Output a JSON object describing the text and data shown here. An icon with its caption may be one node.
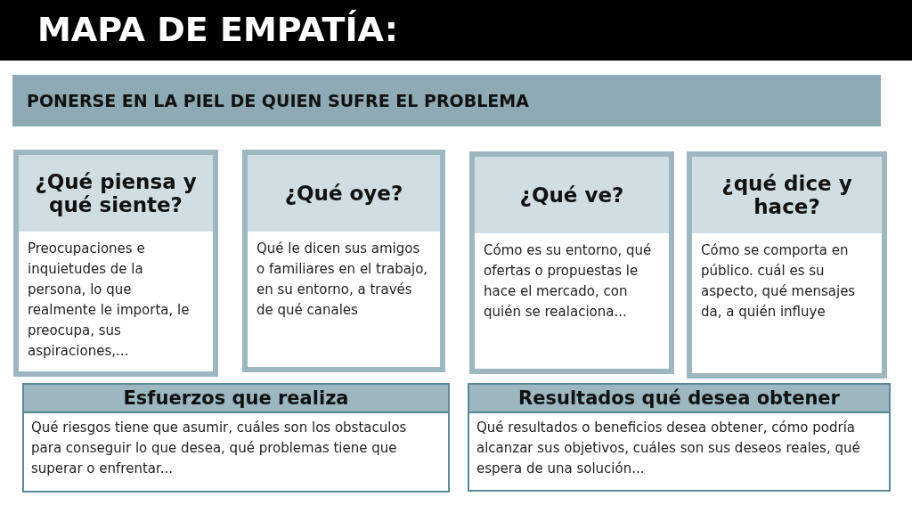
{
  "diagram": {
    "title": "MAPA DE EMPATÍA:",
    "nodes": [
      {
        "text": [
          "PONERSE EN LA PIEL DE QUIEN SUFRE EL PROBLEMA"
        ]
      },
      {
        "text": [
          "¿Qué piensa y qué siente?",
          "Preocupaciones e inquietudes de la persona, lo que realmente le importa, le preocupa, sus aspiraciones,..."
        ]
      },
      {
        "text": [
          "¿Qué oye?",
          "Qué le dicen sus amigos o familiares en el trabajo, en su entorno, a través de qué canales"
        ]
      },
      {
        "text": [
          "¿Qué ve?",
          "Cómo es su entorno, qué ofertas o propuestas le hace el mercado, con quién se realaciona..."
        ]
      },
      {
        "text": [
          "¿qué dice y hace?",
          "Cómo se comporta en público. cuál es su aspecto, qué mensajes da, a quién influye"
        ]
      },
      {
        "text": [
          "Esfuerzos que realiza",
          "Qué riesgos tiene que asumir, cuáles son los obstaculos para conseguir lo que desea, qué problemas tiene que superar o enfrentar..."
        ]
      },
      {
        "text": [
          "Resultados qué desea obtener",
          "Qué resultados o beneficios desea obtener, cómo podría alcanzar sus objetivos, cuáles son sus deseos reales, qué espera de una solución..."
        ]
      }
    ],
    "edges": []
  }
}
